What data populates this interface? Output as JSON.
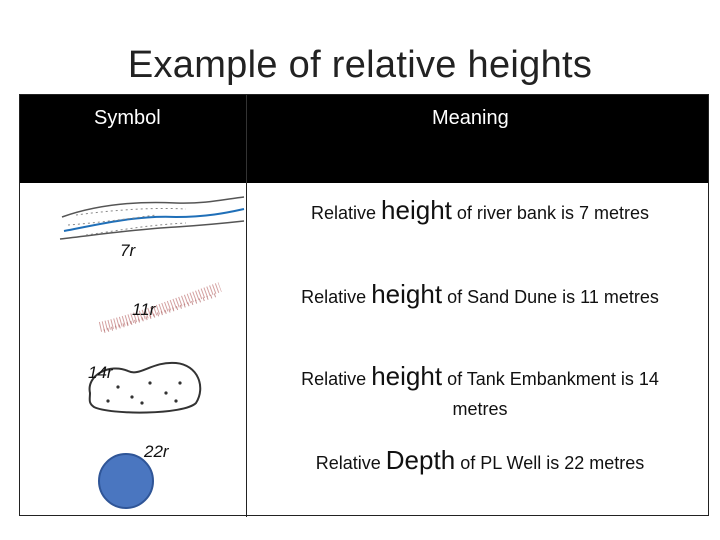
{
  "title": "Example of relative heights",
  "header": {
    "symbol": "Symbol",
    "meaning": "Meaning"
  },
  "rows": [
    {
      "icon": "river-bank-symbol",
      "label": "7r",
      "prefix": "Relative",
      "key": "height",
      "suffix": "of river bank is 7 metres"
    },
    {
      "icon": "sand-dune-symbol",
      "label": "11r",
      "prefix": "Relative",
      "key": "height",
      "suffix": "of Sand Dune is 11 metres"
    },
    {
      "icon": "tank-embankment-symbol",
      "label": "14r",
      "prefix": "Relative",
      "key": "height",
      "suffix": "of  Tank Embankment is 14",
      "suffix2": "metres"
    },
    {
      "icon": "pl-well-symbol",
      "label": "22r",
      "prefix": "Relative",
      "key": "Depth",
      "suffix": "of PL Well is 22 metres"
    }
  ],
  "colors": {
    "header_bg": "#000000",
    "well_blue": "#4a76c0",
    "river_blue": "#1f6fb8"
  }
}
